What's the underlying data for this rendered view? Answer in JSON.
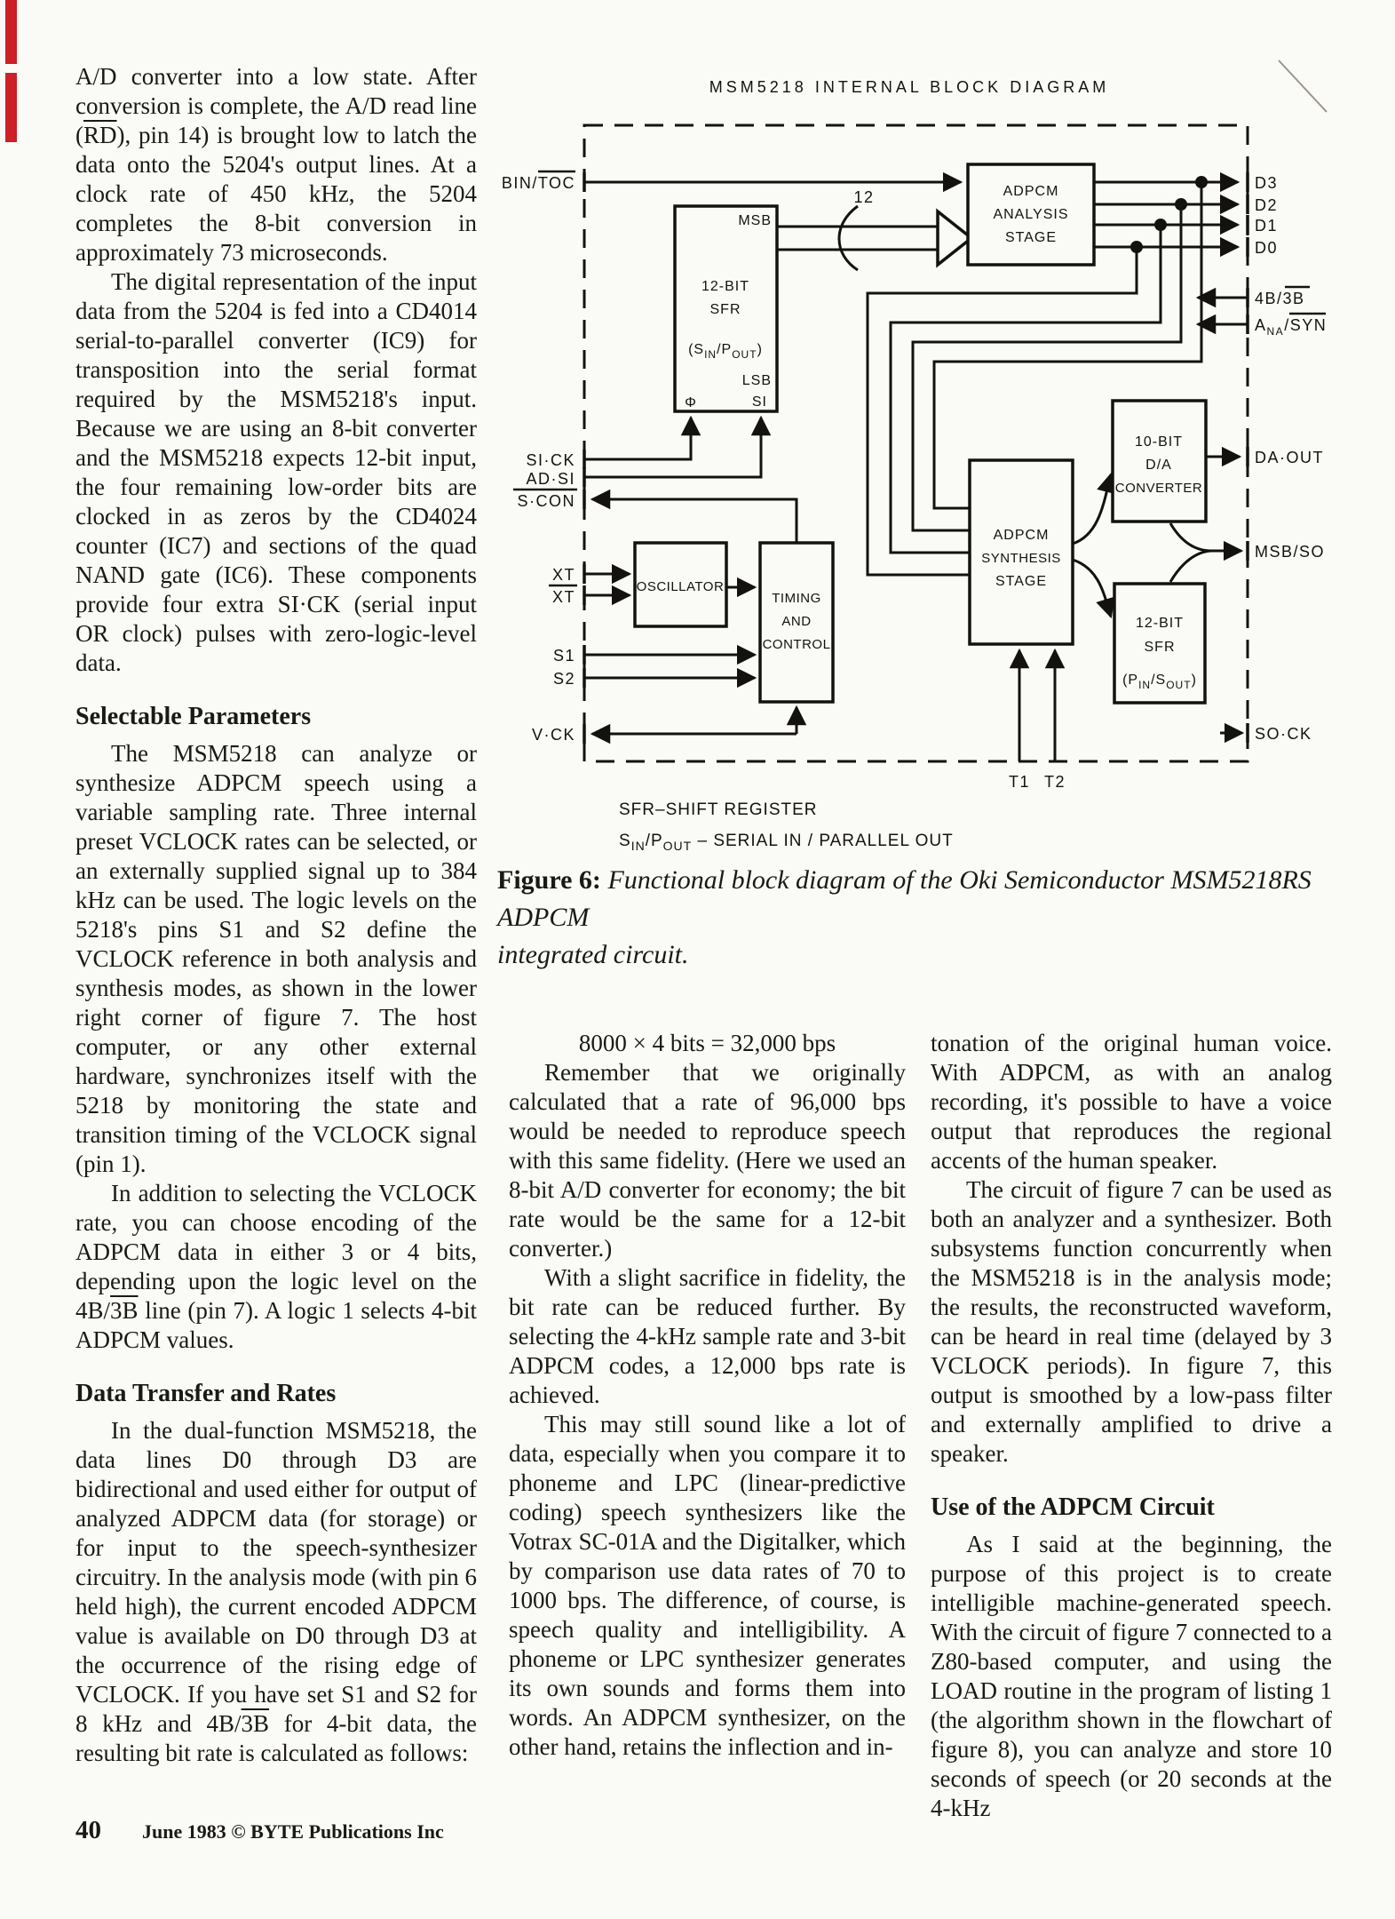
{
  "colors": {
    "page_bg": "#fafaf6",
    "ink": "#14120f",
    "red_mark": "#cb2127"
  },
  "article": {
    "col1": {
      "p1a": "A/D converter into a low state. After conversion is complete, the A/D read line (",
      "p1b": "RD",
      "p1c": "), pin 14) is brought low to latch the data onto the 5204's output lines. At a clock rate of 450 kHz, the 5204 completes the 8-bit conversion in approximately 73 microseconds.",
      "p2": "The digital representation of the input data from the 5204 is fed into a CD4014 serial-to-parallel converter (IC9) for transposition into the serial format required by the MSM5218's input. Because we are using an 8-bit converter and the MSM5218 expects 12-bit input, the four remaining low-order bits are clocked in as zeros by the CD4024 counter (IC7) and sections of the quad NAND gate (IC6). These components provide four extra SI·CK (serial input OR clock) pulses with zero-logic-level data.",
      "h1": "Selectable Parameters",
      "p3": "The MSM5218 can analyze or synthesize ADPCM speech using a variable sampling rate. Three internal preset VCLOCK rates can be selected, or an externally supplied signal up to 384 kHz can be used. The logic levels on the 5218's pins S1 and S2 define the VCLOCK reference in both analysis and synthesis modes, as shown in the lower right corner of figure 7. The host computer, or any other external hardware, synchronizes itself with the 5218 by monitoring the state and transition timing of the VCLOCK signal (pin 1).",
      "p4a": "In addition to selecting the VCLOCK rate, you can choose encoding of the ADPCM data in either 3 or 4 bits, depending upon the logic level on the 4B/",
      "p4b": "3B",
      "p4c": " line (pin 7). A logic 1 selects 4-bit ADPCM values.",
      "h2": "Data Transfer and Rates",
      "p5a": "In the dual-function MSM5218, the data lines D0 through D3 are bidirectional and used either for output of analyzed ADPCM data (for storage) or for input to the speech-synthesizer circuitry. In the analysis mode (with pin 6 held high), the current encoded ADPCM value is available on D0 through D3 at the occurrence of the rising edge of VCLOCK. If you have set S1 and S2 for 8 kHz and 4B/",
      "p5b": "3B",
      "p5c": " for 4-bit data, the resulting bit rate is calculated as follows:"
    },
    "col2": {
      "equation": "8000 × 4 bits = 32,000 bps",
      "p1": "Remember that we originally calculated that a rate of 96,000 bps would be needed to reproduce speech with this same fidelity. (Here we used an 8-bit A/D converter for economy; the bit rate would be the same for a 12-bit converter.)",
      "p2": "With a slight sacrifice in fidelity, the bit rate can be reduced further. By selecting the 4-kHz sample rate and 3-bit ADPCM codes, a 12,000 bps rate is achieved.",
      "p3": "This may still sound like a lot of data, especially when you compare it to phoneme and LPC (linear-predictive coding) speech synthesizers like the Votrax SC-01A and the Digitalker, which by comparison use data rates of 70 to 1000 bps. The difference, of course, is speech quality and intelligibility. A phoneme or LPC synthesizer generates its own sounds and forms them into words. An ADPCM synthesizer, on the other hand, retains the inflection and in-"
    },
    "col3": {
      "p1": "tonation of the original human voice. With ADPCM, as with an analog recording, it's possible to have a voice output that reproduces the regional accents of the human speaker.",
      "p2": "The circuit of figure 7 can be used as both an analyzer and a synthesizer. Both subsystems function concurrently when the MSM5218 is in the analysis mode; the results, the reconstructed waveform, can be heard in real time (delayed by 3 VCLOCK periods). In figure 7, this output is smoothed by a low-pass filter and externally amplified to drive a speaker.",
      "h1": "Use of the ADPCM Circuit",
      "p3": "As I said at the beginning, the purpose of this project is to create intelligible machine-generated speech. With the circuit of figure 7 connected to a Z80-based computer, and using the LOAD routine in the program of listing 1 (the algorithm shown in the flowchart of figure 8), you can analyze and store 10 seconds of speech (or 20 seconds at the 4-kHz"
    }
  },
  "footer": {
    "page_number": "40",
    "credit": "June 1983 © BYTE Publications Inc"
  },
  "diagram": {
    "title": "MSM5218 INTERNAL BLOCK DIAGRAM",
    "bus_width": "12",
    "pins_left": {
      "bin": "BIN/",
      "bin_ov": "TOC",
      "sick": "SI·CK",
      "adsi": "AD·SI",
      "scon": "S·CON",
      "xt": "XT",
      "xtb": "XT",
      "s1": "S1",
      "s2": "S2",
      "vck": "V·CK"
    },
    "pins_right": {
      "d3": "D3",
      "d2": "D2",
      "d1": "D1",
      "d0": "D0",
      "fb": "4B/",
      "fb_ov": "3B",
      "ana_a": "A",
      "ana_sub": "NA",
      "ana_b": "/",
      "ana_ov": "SYN",
      "daout": "DA·OUT",
      "msbso": "MSB/SO",
      "sock": "SO·CK",
      "t1": "T1",
      "t2": "T2"
    },
    "blocks": {
      "sfr_in": {
        "msb": "MSB",
        "l1": "12-BIT",
        "l2": "SFR",
        "pa": "(S",
        "ps1": "IN",
        "pb": "/P",
        "ps2": "OUT",
        "pc": ")",
        "lsb": "LSB",
        "si": "SI",
        "phi": "Φ"
      },
      "analysis": {
        "l1": "ADPCM",
        "l2": "ANALYSIS",
        "l3": "STAGE"
      },
      "oscillator": {
        "l1": "OSCILLATOR"
      },
      "timing": {
        "l1": "TIMING",
        "l2": "AND",
        "l3": "CONTROL"
      },
      "synthesis": {
        "l1": "ADPCM",
        "l2": "SYNTHESIS",
        "l3": "STAGE"
      },
      "dac": {
        "l1": "10-BIT",
        "l2": "D/A",
        "l3": "CONVERTER"
      },
      "sfr_out": {
        "l1": "12-BIT",
        "l2": "SFR",
        "pa": "(P",
        "ps1": "IN",
        "pb": "/S",
        "ps2": "OUT",
        "pc": ")"
      }
    },
    "notes": {
      "l1": "SFR–SHIFT REGISTER",
      "l2a": "S",
      "l2s1": "IN",
      "l2b": "/P",
      "l2s2": "OUT",
      "l2c": " – SERIAL  IN / PARALLEL  OUT"
    },
    "caption": {
      "label": "Figure 6:",
      "line1": "Functional block diagram of the Oki Semiconductor MSM5218RS ADPCM",
      "line2": "integrated circuit."
    }
  }
}
